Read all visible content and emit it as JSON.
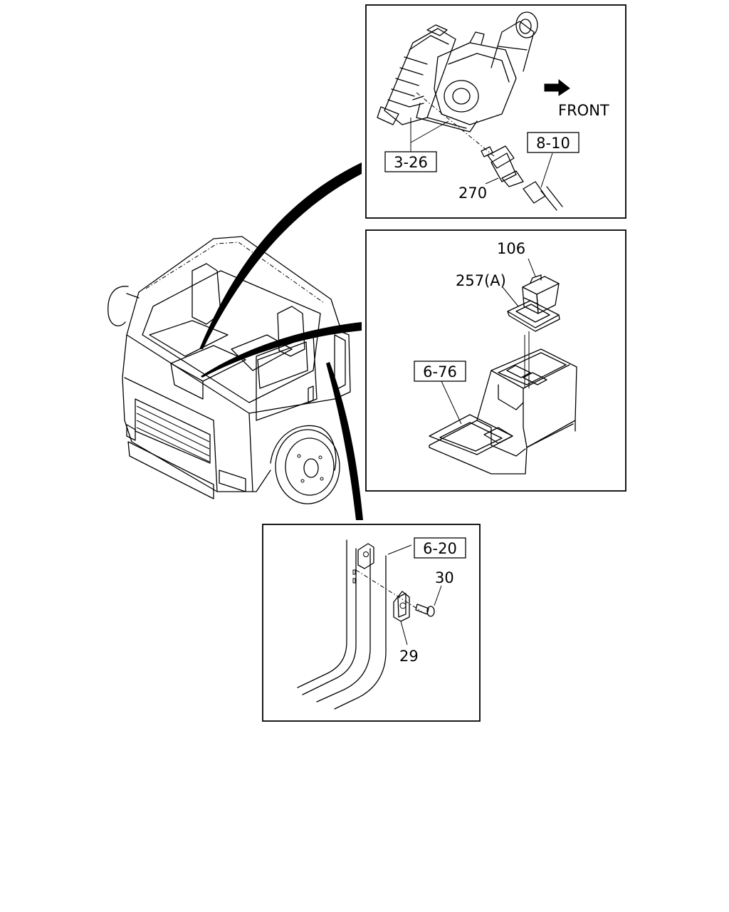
{
  "direction_label": "FRONT",
  "reference_boxes": [
    "3-26",
    "8-10",
    "6-76",
    "6-20"
  ],
  "part_numbers": [
    "270",
    "106",
    "257(A)",
    "30",
    "29"
  ],
  "icons": [
    "front-arrow-icon"
  ]
}
